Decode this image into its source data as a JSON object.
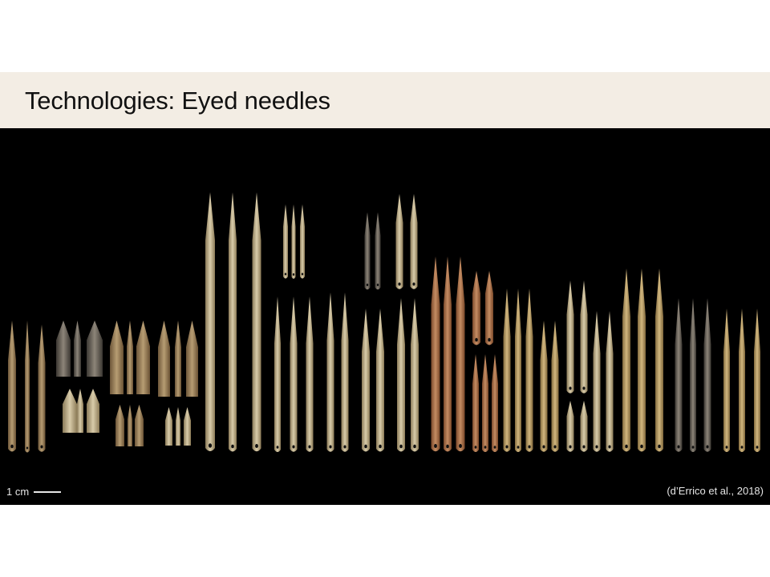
{
  "slide": {
    "title": "Technologies: Eyed needles",
    "scale_label": "1 cm",
    "credit": "(d’Errico et al., 2018)"
  },
  "photo": {
    "subject": "needles-photo"
  }
}
